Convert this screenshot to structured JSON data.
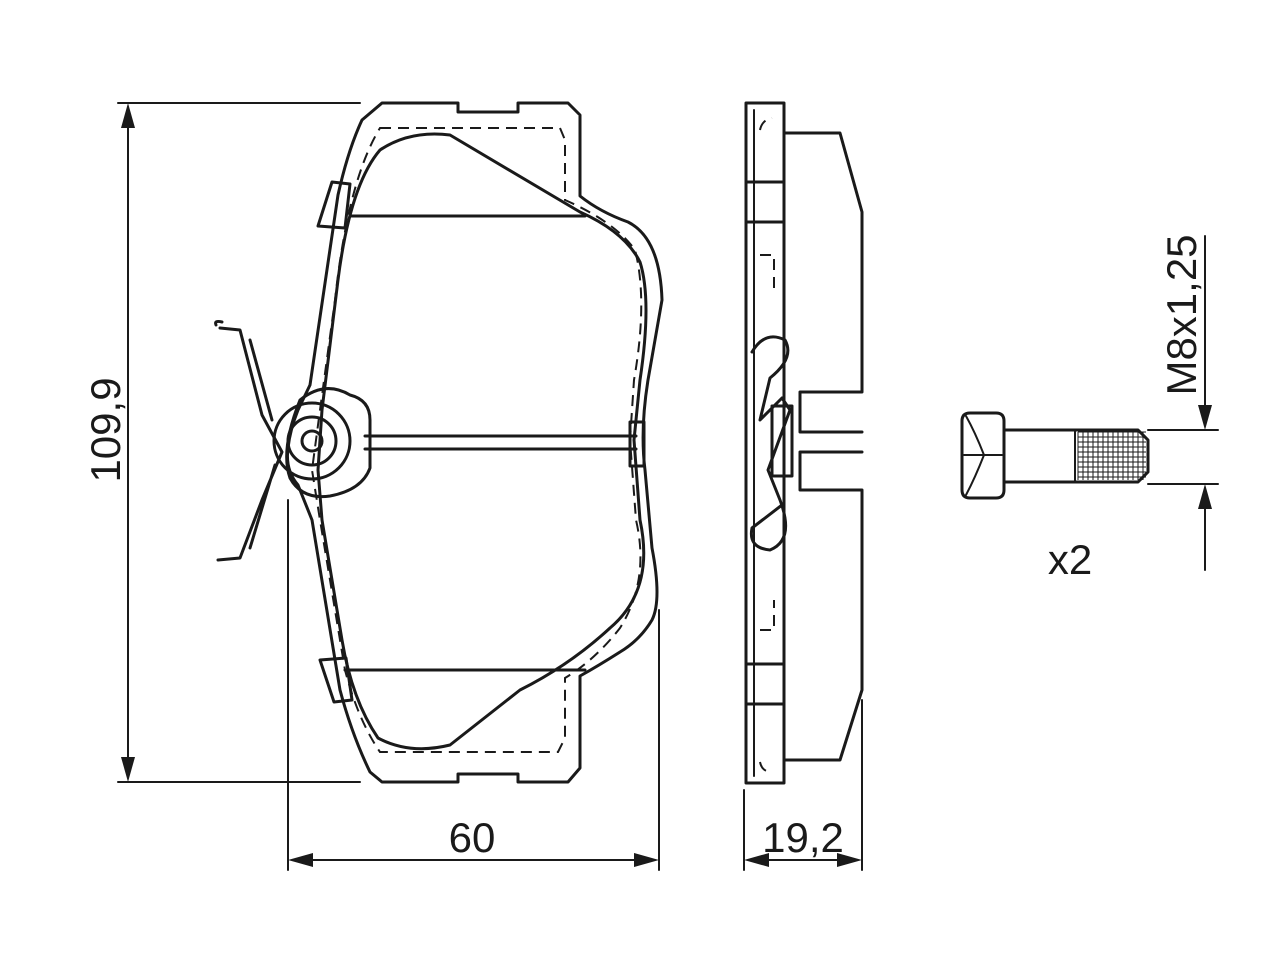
{
  "dimensions": {
    "height": "109,9",
    "width": "60",
    "thickness": "19,2",
    "thread": "M8x1,25"
  },
  "bolt": {
    "quantity": "x2"
  }
}
